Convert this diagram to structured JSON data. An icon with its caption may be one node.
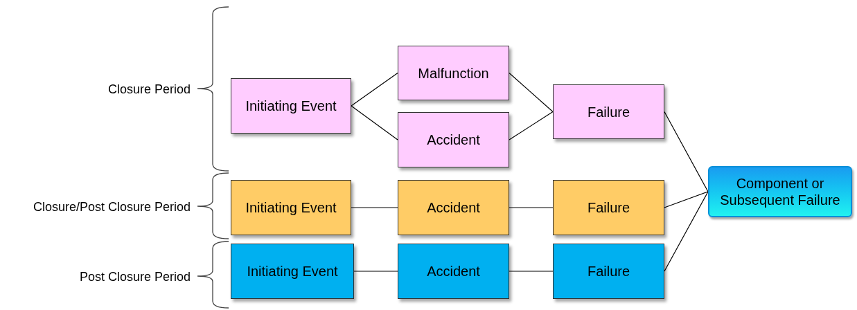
{
  "diagram": {
    "nodes": [
      {
        "text": [
          "Initiating Event"
        ]
      },
      {
        "text": [
          "Malfunction"
        ]
      },
      {
        "text": [
          "Accident"
        ]
      },
      {
        "text": [
          "Failure"
        ]
      },
      {
        "text": [
          "Initiating Event"
        ]
      },
      {
        "text": [
          "Accident"
        ]
      },
      {
        "text": [
          "Failure"
        ]
      },
      {
        "text": [
          "Initiating Event"
        ]
      },
      {
        "text": [
          "Accident"
        ]
      },
      {
        "text": [
          "Failure"
        ]
      },
      {
        "text": [
          "Component or Subsequent Failure"
        ]
      }
    ],
    "edges": [
      {
        "from": 0,
        "to": 1,
        "arrow": "none"
      },
      {
        "from": 0,
        "to": 2,
        "arrow": "none"
      },
      {
        "from": 1,
        "to": 3,
        "arrow": "none"
      },
      {
        "from": 2,
        "to": 3,
        "arrow": "none"
      },
      {
        "from": 4,
        "to": 5,
        "arrow": "none"
      },
      {
        "from": 5,
        "to": 6,
        "arrow": "none"
      },
      {
        "from": 7,
        "to": 8,
        "arrow": "none"
      },
      {
        "from": 8,
        "to": 9,
        "arrow": "none"
      },
      {
        "from": 3,
        "to": 10,
        "arrow": "none"
      },
      {
        "from": 6,
        "to": 10,
        "arrow": "none"
      },
      {
        "from": 9,
        "to": 10,
        "arrow": "none"
      }
    ],
    "labels": [
      "Closure Period",
      "Closure/Post Closure Period",
      "Post Closure Period"
    ]
  }
}
